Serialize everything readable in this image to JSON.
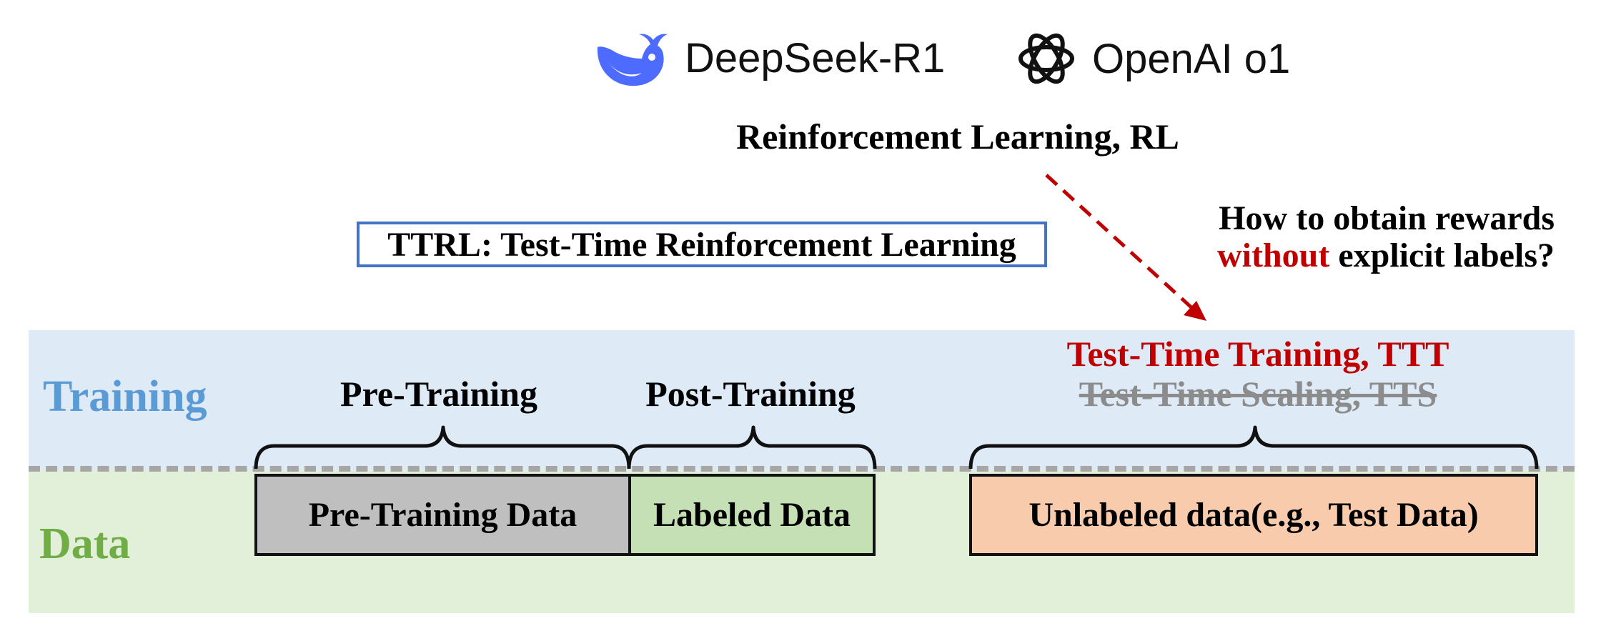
{
  "models": [
    {
      "name": "DeepSeek-R1",
      "icon": "whale-icon",
      "color": "#4d6bfe"
    },
    {
      "name": "OpenAI o1",
      "icon": "openai-knot-icon",
      "color": "#111111"
    }
  ],
  "rl_title": "Reinforcement Learning, RL",
  "ttrl_title": "TTRL: Test-Time Reinforcement Learning",
  "question": {
    "line1": "How to obtain rewards",
    "highlight": "without",
    "line2_rest": " explicit labels?"
  },
  "rows": {
    "training": {
      "label": "Training",
      "color": "#5b9bd5",
      "bg": "#deeaf6"
    },
    "data": {
      "label": "Data",
      "color": "#70ad47",
      "bg": "#e2efd9"
    }
  },
  "stages": {
    "pre_training": "Pre-Training",
    "post_training": "Post-Training",
    "ttt": "Test-Time Training, TTT",
    "tts_struck": "Test-Time Scaling, TTS"
  },
  "data_boxes": [
    {
      "label": "Pre-Training Data",
      "color": "#bfbfbf"
    },
    {
      "label": "Labeled Data",
      "color": "#c5e0b4"
    },
    {
      "label": "Unlabeled data(e.g., Test Data)",
      "color": "#f8cbad"
    }
  ],
  "colors": {
    "accent_red": "#c00000",
    "box_border_blue": "#4472c4",
    "divider_gray": "#a6a6a6"
  }
}
